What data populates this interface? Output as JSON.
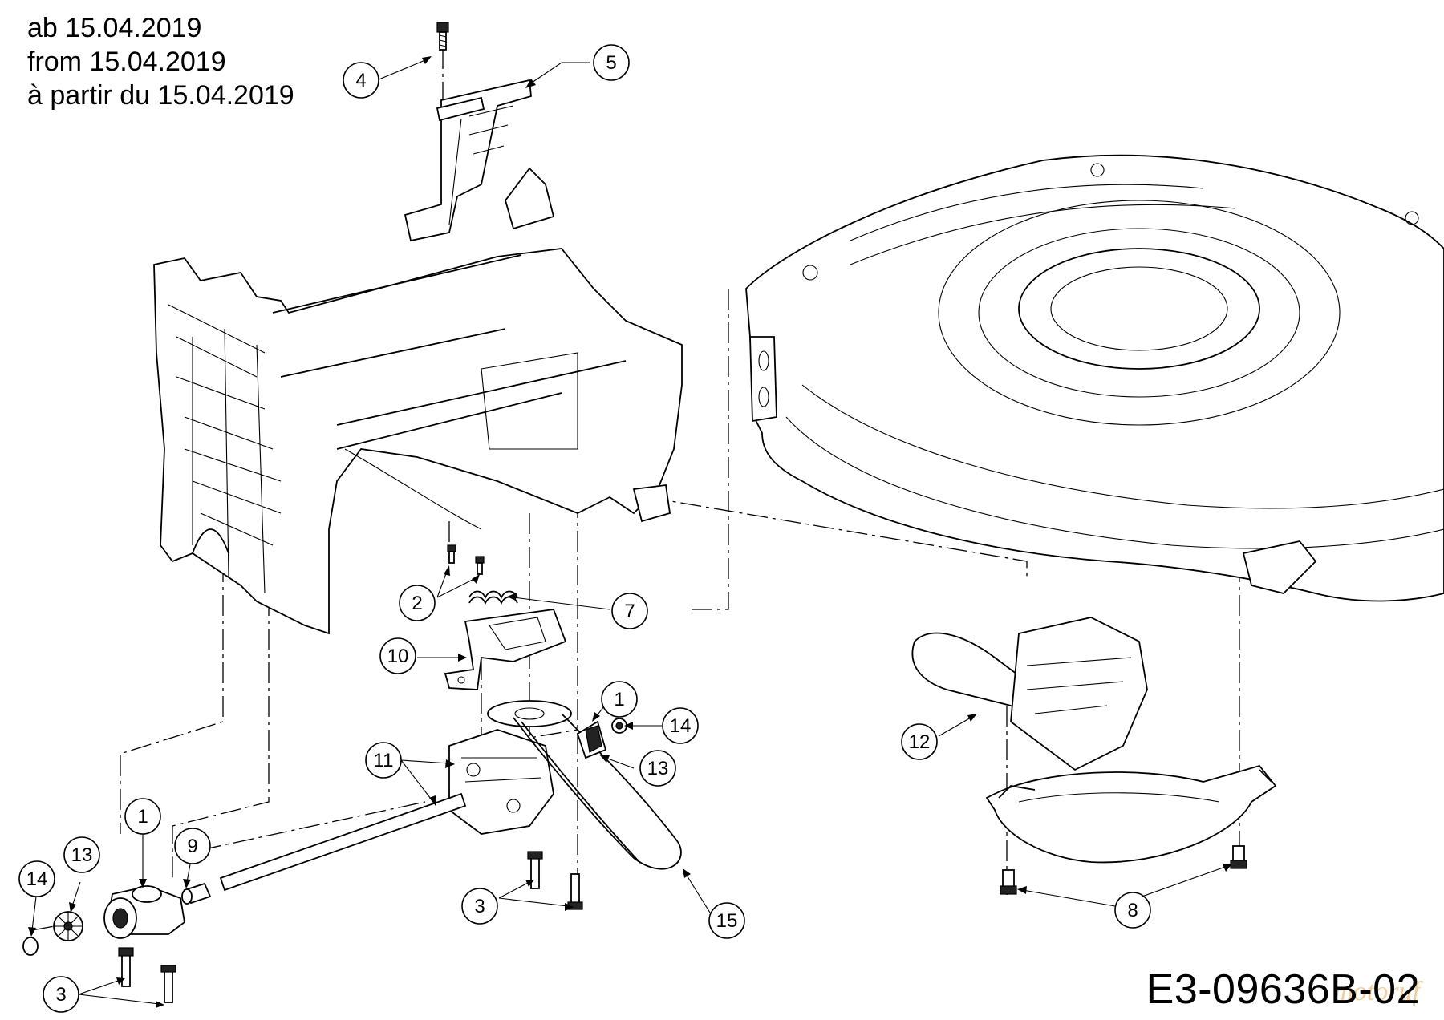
{
  "date_note": {
    "line_de": "ab 15.04.2019",
    "line_en": "from 15.04.2019",
    "line_fr": "à partir du 15.04.2019"
  },
  "drawing_code": "E3-09636B-02",
  "watermark": "motoruf",
  "callouts": [
    {
      "id": "c4",
      "label": "4"
    },
    {
      "id": "c5",
      "label": "5"
    },
    {
      "id": "c2",
      "label": "2"
    },
    {
      "id": "c7",
      "label": "7"
    },
    {
      "id": "c10",
      "label": "10"
    },
    {
      "id": "c1a",
      "label": "1"
    },
    {
      "id": "c14a",
      "label": "14"
    },
    {
      "id": "c11",
      "label": "11"
    },
    {
      "id": "c13a",
      "label": "13"
    },
    {
      "id": "c12",
      "label": "12"
    },
    {
      "id": "c1b",
      "label": "1"
    },
    {
      "id": "c9",
      "label": "9"
    },
    {
      "id": "c13b",
      "label": "13"
    },
    {
      "id": "c14b",
      "label": "14"
    },
    {
      "id": "c3a",
      "label": "3"
    },
    {
      "id": "c15",
      "label": "15"
    },
    {
      "id": "c8",
      "label": "8"
    },
    {
      "id": "c3b",
      "label": "3"
    }
  ]
}
